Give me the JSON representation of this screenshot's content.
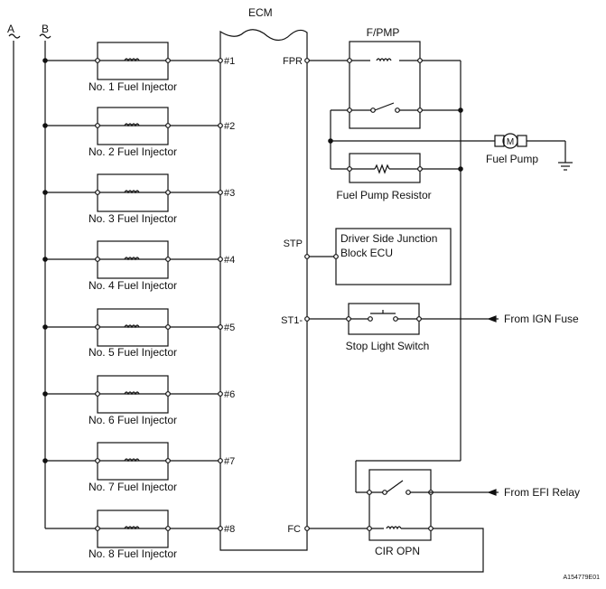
{
  "rails": {
    "a": "A",
    "b": "B"
  },
  "ecm": {
    "title": "ECM",
    "pins": {
      "p1": "#1",
      "p2": "#2",
      "p3": "#3",
      "p4": "#4",
      "p5": "#5",
      "p6": "#6",
      "p7": "#7",
      "p8": "#8",
      "fpr": "FPR",
      "stp": "STP",
      "st1": "ST1-",
      "fc": "FC"
    }
  },
  "injectors": [
    {
      "label": "No. 1 Fuel Injector"
    },
    {
      "label": "No. 2 Fuel Injector"
    },
    {
      "label": "No. 3 Fuel Injector"
    },
    {
      "label": "No. 4 Fuel Injector"
    },
    {
      "label": "No. 5 Fuel Injector"
    },
    {
      "label": "No. 6 Fuel Injector"
    },
    {
      "label": "No. 7 Fuel Injector"
    },
    {
      "label": "No. 8 Fuel Injector"
    }
  ],
  "fpmp": {
    "title": "F/PMP"
  },
  "fuel_pump": {
    "label": "Fuel Pump",
    "motor_symbol": "M"
  },
  "fuel_pump_resistor": {
    "label": "Fuel Pump Resistor"
  },
  "junction_block": {
    "line1": "Driver Side Junction",
    "line2": "Block ECU"
  },
  "stop_light_switch": {
    "label": "Stop Light Switch"
  },
  "ign_fuse": {
    "label": "From IGN Fuse"
  },
  "efi_relay": {
    "label": "From EFI Relay"
  },
  "cir_opn": {
    "label": "CIR OPN"
  },
  "figure_code": "A154779E01"
}
